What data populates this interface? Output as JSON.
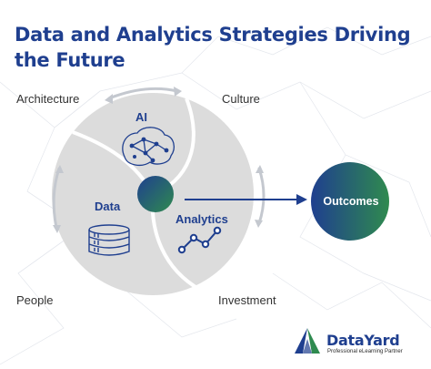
{
  "title": "Data and Analytics Strategies Driving the Future",
  "corners": {
    "top_left": "Architecture",
    "top_right": "Culture",
    "bottom_left": "People",
    "bottom_right": "Investment"
  },
  "segments": {
    "top": "AI",
    "left": "Data",
    "right": "Analytics"
  },
  "outcome": "Outcomes",
  "brand": {
    "name": "DataYard",
    "tagline": "Professional eLearning Partner"
  },
  "colors": {
    "title": "#1f3f8f",
    "gradient_start": "#1f3f8f",
    "gradient_end": "#2f8a4f",
    "circle_fill": "#dcdcdc",
    "arrow": "#1f3f8f"
  }
}
